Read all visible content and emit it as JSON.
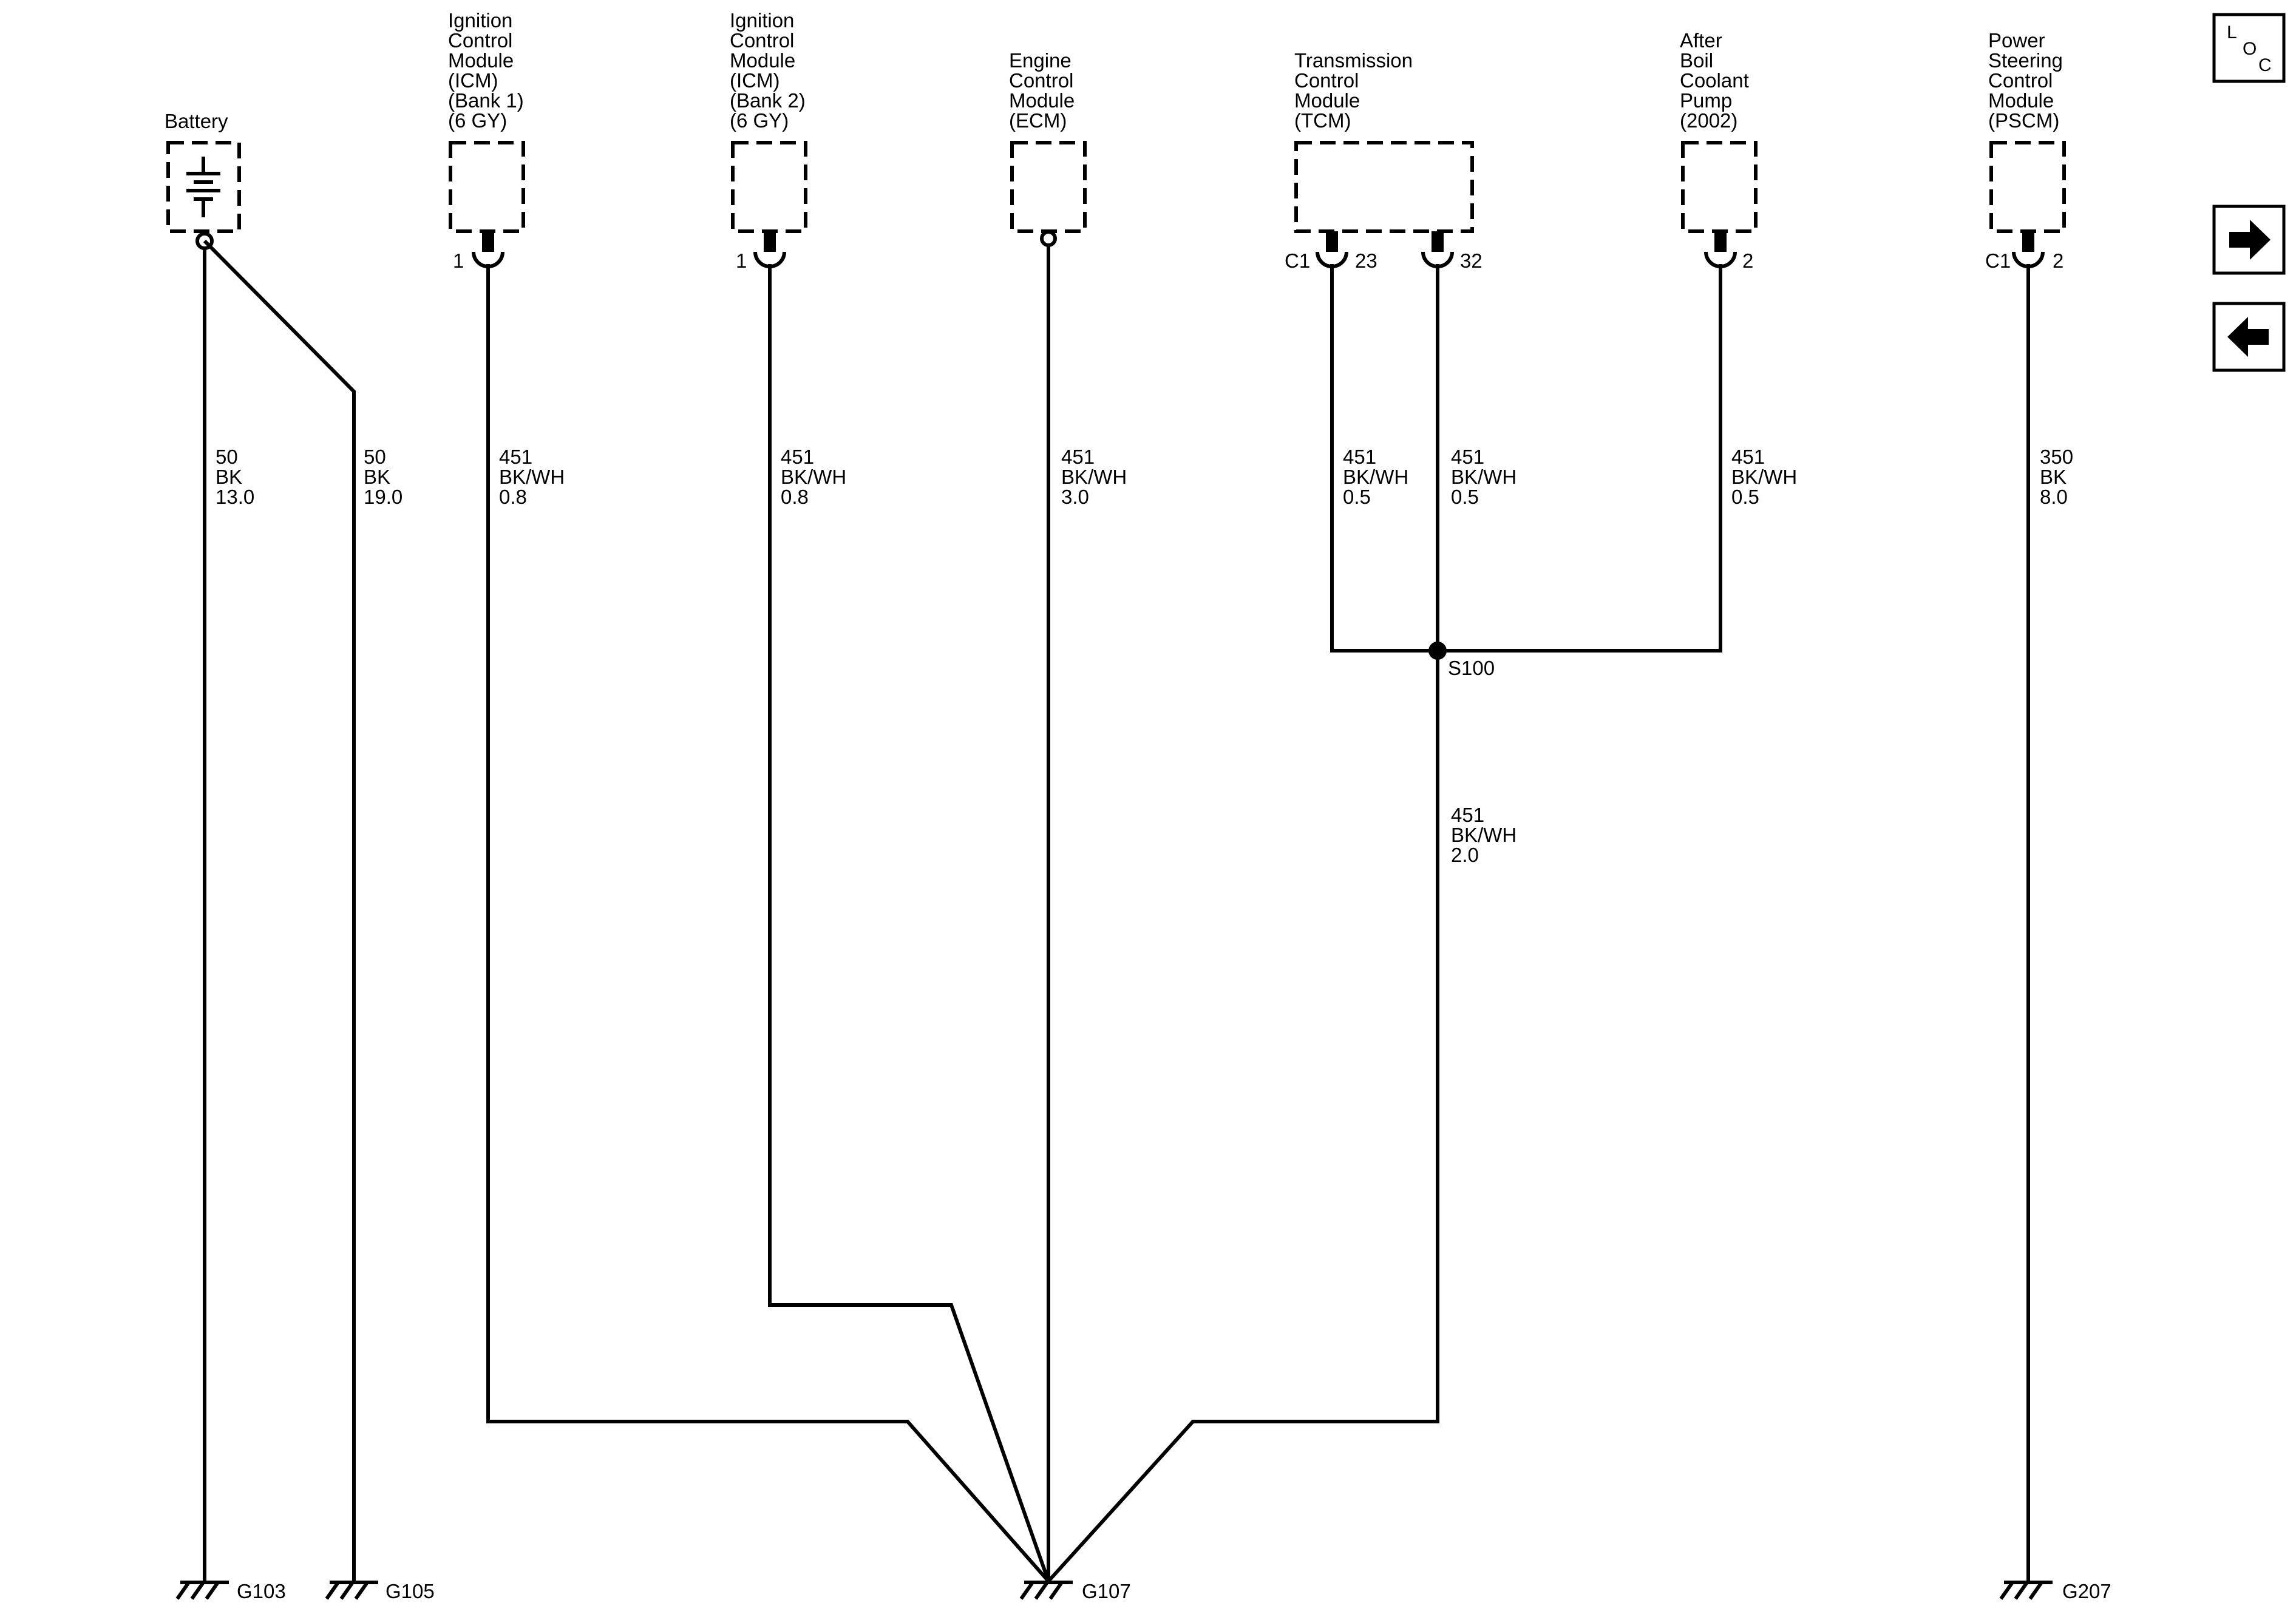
{
  "components": [
    {
      "id": "battery",
      "lines": [
        "Battery"
      ]
    },
    {
      "id": "icm1",
      "lines": [
        "Ignition",
        "Control",
        "Module",
        "(ICM)",
        "(Bank 1)",
        "(6 GY)"
      ]
    },
    {
      "id": "icm2",
      "lines": [
        "Ignition",
        "Control",
        "Module",
        "(ICM)",
        "(Bank 2)",
        "(6 GY)"
      ]
    },
    {
      "id": "ecm",
      "lines": [
        "Engine",
        "Control",
        "Module",
        "(ECM)"
      ]
    },
    {
      "id": "tcm",
      "lines": [
        "Transmission",
        "Control",
        "Module",
        "(TCM)"
      ]
    },
    {
      "id": "pump",
      "lines": [
        "After",
        "Boil",
        "Coolant",
        "Pump",
        "(2002)"
      ]
    },
    {
      "id": "pscm",
      "lines": [
        "Power",
        "Steering",
        "Control",
        "Module",
        "(PSCM)"
      ]
    }
  ],
  "pins": {
    "icm1": "1",
    "icm2": "1",
    "tcm_connector": "C1",
    "tcm_a": "23",
    "tcm_b": "32",
    "pump": "2",
    "pscm_connector": "C1",
    "pscm": "2"
  },
  "wires": [
    {
      "id": "bat_a",
      "lines": [
        "50",
        "BK",
        "13.0"
      ]
    },
    {
      "id": "bat_b",
      "lines": [
        "50",
        "BK",
        "19.0"
      ]
    },
    {
      "id": "icm1",
      "lines": [
        "451",
        "BK/WH",
        "0.8"
      ]
    },
    {
      "id": "icm2",
      "lines": [
        "451",
        "BK/WH",
        "0.8"
      ]
    },
    {
      "id": "ecm",
      "lines": [
        "451",
        "BK/WH",
        "3.0"
      ]
    },
    {
      "id": "tcm_a",
      "lines": [
        "451",
        "BK/WH",
        "0.5"
      ]
    },
    {
      "id": "tcm_b",
      "lines": [
        "451",
        "BK/WH",
        "0.5"
      ]
    },
    {
      "id": "pump",
      "lines": [
        "451",
        "BK/WH",
        "0.5"
      ]
    },
    {
      "id": "splice_out",
      "lines": [
        "451",
        "BK/WH",
        "2.0"
      ]
    },
    {
      "id": "pscm",
      "lines": [
        "350",
        "BK",
        "8.0"
      ]
    }
  ],
  "splice": "S100",
  "grounds": {
    "g103": "G103",
    "g105": "G105",
    "g107": "G107",
    "g207": "G207"
  },
  "nav": {
    "loc_letters": [
      "L",
      "O",
      "C"
    ],
    "forward_icon": "right-arrow-icon",
    "back_icon": "left-arrow-icon"
  }
}
